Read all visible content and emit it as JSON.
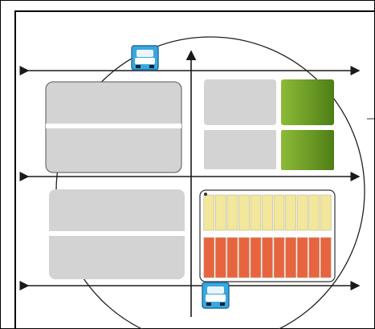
{
  "diagram": {
    "colors": {
      "frame": "#000000",
      "background": "#ffffff",
      "panel_gray": "#d3d3d4",
      "panel_divider": "#ffffff",
      "green_top": "#7fae2f",
      "green_bottom": "#5a8a1c",
      "yellow_row": "#f2e79a",
      "red_row": "#e8643f",
      "icon_fill": "#3aa7dc",
      "icon_border": "#1f6e9a",
      "line": "#1a1a1a"
    },
    "icons": {
      "top": "vehicle-robot-icon",
      "bottom": "vehicle-robot-icon"
    },
    "arrows": [
      "horizontal-arrow-top",
      "horizontal-arrow-middle",
      "horizontal-arrow-bottom",
      "vertical-arrow"
    ],
    "bin_rows": {
      "yellow_columns": 11,
      "red_columns": 11
    }
  }
}
